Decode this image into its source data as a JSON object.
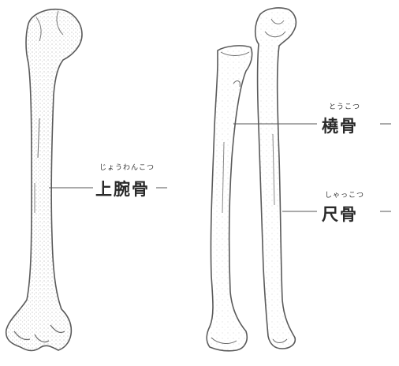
{
  "labels": {
    "humerus": {
      "ruby": "じょうわんこつ",
      "name": "上腕骨"
    },
    "radius": {
      "ruby": "とうこつ",
      "name": "橈骨"
    },
    "ulna": {
      "ruby": "しゃっこつ",
      "name": "尺骨"
    }
  }
}
